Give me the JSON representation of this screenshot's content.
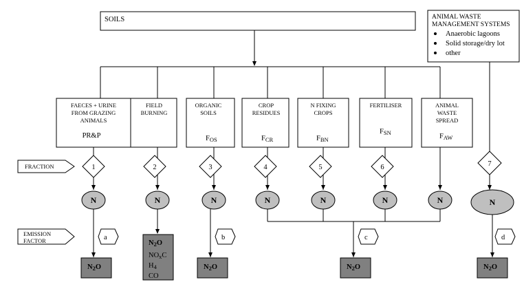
{
  "soils": "SOILS",
  "awms": {
    "title_lines": [
      "ANIMAL WASTE",
      "MANAGEMENT SYSTEMS"
    ],
    "items": [
      "Anaerobic lagoons",
      "Solid storage/dry lot",
      "other"
    ]
  },
  "sources": [
    {
      "lines": [
        "FAECES + URINE",
        "FROM GRAZING",
        "ANIMALS"
      ],
      "symbol": "PR&P",
      "sub": ""
    },
    {
      "lines": [
        "FIELD",
        "BURNING"
      ],
      "symbol": "",
      "sub": ""
    },
    {
      "lines": [
        "ORGANIC",
        "SOILS"
      ],
      "symbol": "F",
      "sub": "OS"
    },
    {
      "lines": [
        "CROP",
        "RESIDUES"
      ],
      "symbol": "F",
      "sub": "CR"
    },
    {
      "lines": [
        "N FIXING",
        "CROPS"
      ],
      "symbol": "F",
      "sub": "BN"
    },
    {
      "lines": [
        "FERTILISER"
      ],
      "symbol": "F",
      "sub": "SN"
    },
    {
      "lines": [
        "ANIMAL",
        "WASTE",
        "SPREAD"
      ],
      "symbol": "F",
      "sub": "AW"
    }
  ],
  "fraction_label": "FRACTION",
  "fraction_numbers": [
    "1",
    "2",
    "3",
    "4",
    "5",
    "6",
    "7"
  ],
  "n_label": "N",
  "emission_factor_lines": [
    "EMISSION",
    "FACTOR"
  ],
  "emission_letters": [
    "a",
    "b",
    "c",
    "d"
  ],
  "n2o": {
    "main": "N",
    "sub": "2",
    "tail": "O"
  },
  "burning_products": {
    "nox_main": "NO",
    "nox_sub": "x",
    "nox_tail": "C",
    "h4": "H",
    "h4_sub": "4",
    "co": "CO"
  }
}
